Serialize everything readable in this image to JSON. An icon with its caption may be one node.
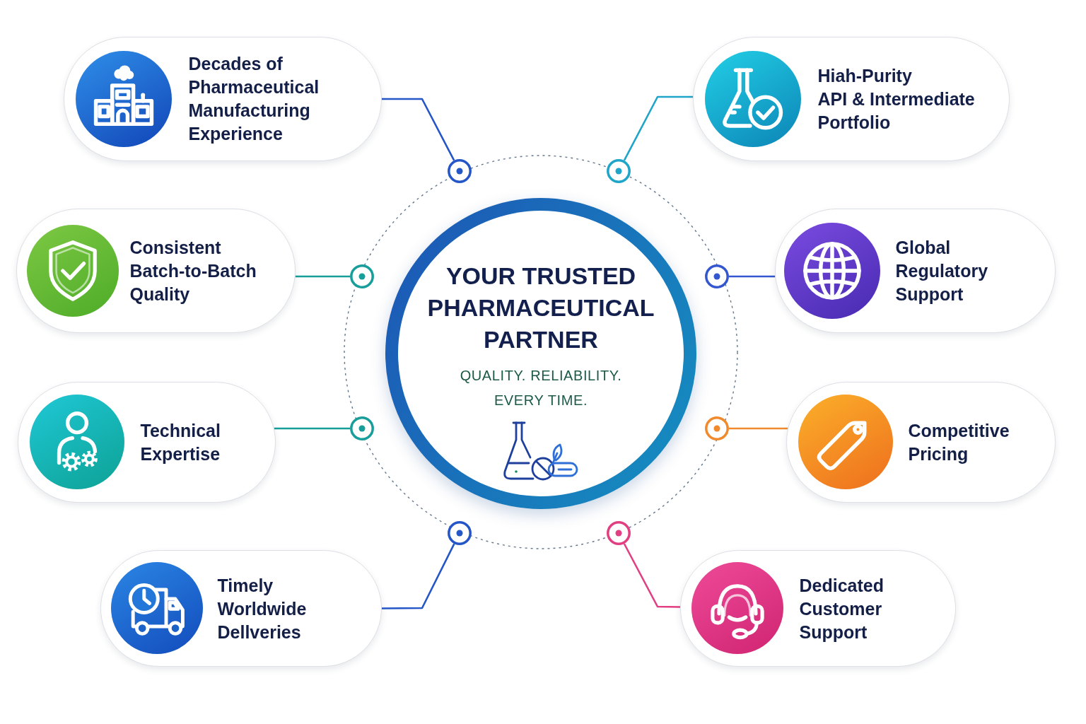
{
  "diagram": {
    "nodes": [
      {
        "text": [
          "YOUR TRUSTED PHARMACEUTICAL PARTNER",
          "QUALITY. RELIABILITY. EVERY TIME."
        ]
      },
      {
        "text": [
          "Decades of Pharmaceutical Manufacturing Experience"
        ]
      },
      {
        "text": [
          "Hiah-Purity API & Intermediate Portfolio"
        ]
      },
      {
        "text": [
          "Consistent Batch-to-Batch Quality"
        ]
      },
      {
        "text": [
          "Global Regulatory Support"
        ]
      },
      {
        "text": [
          "Technical Expertise"
        ]
      },
      {
        "text": [
          "Competitive Pricing"
        ]
      },
      {
        "text": [
          "Timely Worldwide Dellveries"
        ]
      },
      {
        "text": [
          "Dedicated Customer Support"
        ]
      },
      {
        "text": [],
        "shape": "circle"
      },
      {
        "text": [],
        "shape": "circle"
      },
      {
        "text": [],
        "shape": "circle"
      },
      {
        "text": [],
        "shape": "circle"
      },
      {
        "text": [],
        "shape": "circle"
      },
      {
        "text": [],
        "shape": "circle"
      },
      {
        "text": [],
        "shape": "circle"
      },
      {
        "text": [],
        "shape": "circle"
      }
    ],
    "edges": [
      {
        "from": 1,
        "to": 9,
        "arrow": "none",
        "color": "#2456c8"
      },
      {
        "from": 2,
        "to": 10,
        "arrow": "none",
        "color": "#1ea5c9"
      },
      {
        "from": 3,
        "to": 11,
        "arrow": "none",
        "color": "#179e9a"
      },
      {
        "from": 4,
        "to": 12,
        "arrow": "none",
        "color": "#3457cf"
      },
      {
        "from": 5,
        "to": 13,
        "arrow": "none",
        "color": "#179e9a"
      },
      {
        "from": 6,
        "to": 14,
        "arrow": "none",
        "color": "#f08a2c"
      },
      {
        "from": 7,
        "to": 15,
        "arrow": "none",
        "color": "#2456c8"
      },
      {
        "from": 8,
        "to": 16,
        "arrow": "none",
        "color": "#e23f82"
      }
    ]
  }
}
